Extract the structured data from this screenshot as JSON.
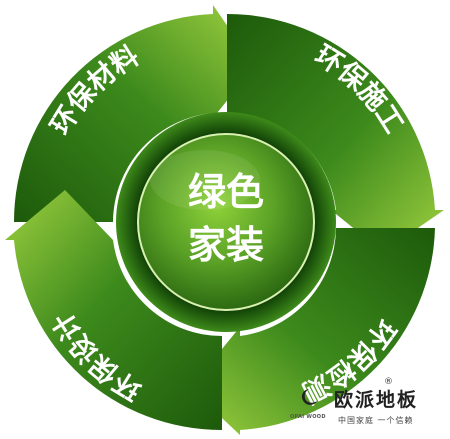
{
  "diagram": {
    "center": {
      "line1": "绿色",
      "line2": "家装"
    },
    "segments": [
      {
        "id": "materials",
        "label": "环保材料"
      },
      {
        "id": "construction",
        "label": "环保施工"
      },
      {
        "id": "inspection",
        "label": "环保检测"
      },
      {
        "id": "design",
        "label": "环保设计"
      }
    ],
    "colors": {
      "dark_green": "#1e5a0c",
      "mid_green": "#3f8a1f",
      "light_green": "#9fcf3a",
      "text": "#ffffff"
    }
  },
  "brand": {
    "name": "欧派地板",
    "registered": "®",
    "english": "OPAI WOOD",
    "slogan": "中国家庭   一个信赖",
    "logo_icon": "swirl-logo-icon"
  }
}
